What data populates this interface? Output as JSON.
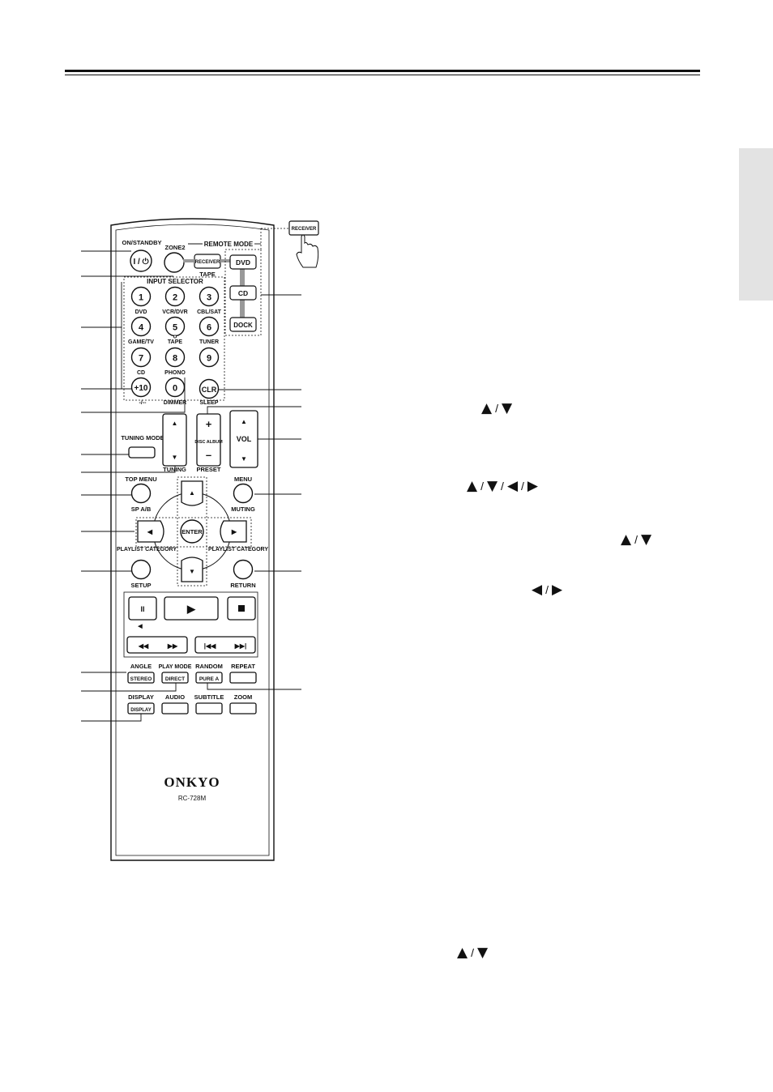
{
  "remote": {
    "on_standby_label": "ON/STANDBY",
    "power_symbol": "I / ⏻",
    "zone2_label": "ZONE2",
    "remote_mode_label": "REMOTE MODE",
    "receiver_label": "RECEIVER",
    "tape_label": "TAPE",
    "dvd_label": "DVD",
    "cd_label": "CD",
    "dock_label": "DOCK",
    "input_selector_label": "INPUT SELECTOR",
    "num_buttons": [
      {
        "num": "1",
        "sub": "DVD"
      },
      {
        "num": "2",
        "sub": "VCR/DVR"
      },
      {
        "num": "3",
        "sub": "CBL/SAT"
      },
      {
        "num": "4",
        "sub": "GAME/TV"
      },
      {
        "num": "5",
        "sub": "TAPE"
      },
      {
        "num": "6",
        "sub": "TUNER"
      },
      {
        "num": "7",
        "sub": "CD"
      },
      {
        "num": "8",
        "sub": "PHONO"
      },
      {
        "num": "9",
        "sub": ""
      }
    ],
    "plus10": "+10",
    "plus10_sub": "-/--",
    "zero": "0",
    "dimmer": "DIMMER",
    "clr": "CLR",
    "sleep": "SLEEP",
    "tuning_mode": "TUNING MODE",
    "tuning": "TUNING",
    "disc_album": "DISC ALBUM",
    "preset": "PRESET",
    "vol": "VOL",
    "top_menu": "TOP MENU",
    "sp_ab": "SP A/B",
    "menu": "MENU",
    "muting": "MUTING",
    "enter": "ENTER",
    "playlist_category": "PLAYLIST CATEGORY",
    "setup": "SETUP",
    "return": "RETURN",
    "angle": "ANGLE",
    "stereo": "STEREO",
    "play_mode": "PLAY MODE",
    "direct": "DIRECT",
    "random": "RANDOM",
    "pure_a": "PURE A",
    "repeat": "REPEAT",
    "display": "DISPLAY",
    "audio": "AUDIO",
    "subtitle": "SUBTITLE",
    "zoom": "ZOOM",
    "brand": "ONKYO",
    "model": "RC-728M"
  },
  "arrow_notes": [
    {
      "glyphs": [
        "▲",
        "▼"
      ]
    },
    {
      "glyphs": [
        "▲",
        "▼",
        "◀",
        "▶"
      ]
    },
    {
      "glyphs": [
        "▲",
        "▼"
      ]
    },
    {
      "glyphs": [
        "◀",
        "▶"
      ]
    },
    {
      "glyphs": [
        "▲",
        "▼"
      ]
    }
  ]
}
